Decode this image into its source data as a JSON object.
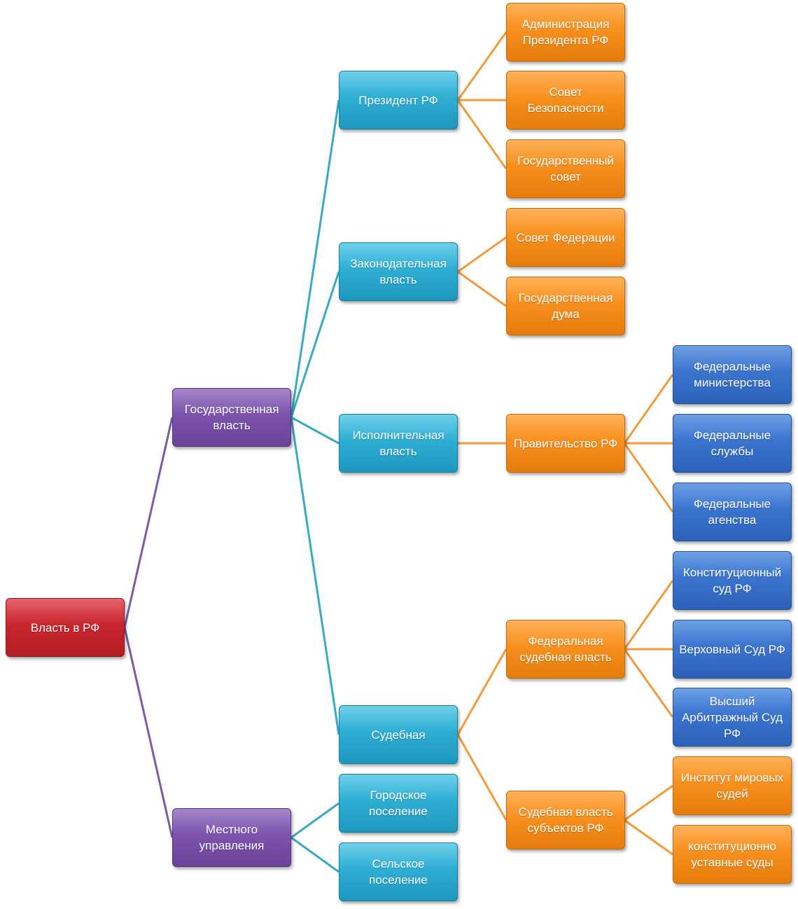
{
  "colors": {
    "root": "#c9262d",
    "level1": "#7c53ae",
    "level2": "#2eaed4",
    "level3": "#f7901e",
    "level4": "#3b74cf",
    "edge_level1": "#7c5aa8",
    "edge_level2": "#3aa9c4",
    "edge_level3": "#f39a3a"
  },
  "nodes": {
    "root": "Власть в РФ",
    "state_power": "Государственная власть",
    "local_gov": "Местного управления",
    "president": "Президент РФ",
    "legislative": "Законодательная власть",
    "executive": "Исполнительная власть",
    "judicial": "Судебная",
    "city_settlement": "Городское поселение",
    "rural_settlement": "Сельское поселение",
    "administration": "Администрация Президента РФ",
    "security_council": "Совет Безопасности",
    "state_council": "Государственный совет",
    "federation_council": "Совет Федерации",
    "state_duma": "Государственная дума",
    "government": "Правительство РФ",
    "federal_judicial": "Федеральная судебная власть",
    "subject_judicial": "Судебная власть субъектов РФ",
    "ministries": "Федеральные министерства",
    "services": "Федеральные службы",
    "agencies": "Федеральные агенства",
    "constitutional_court": "Конституционный суд РФ",
    "supreme_court": "Верховный Суд РФ",
    "arbitration_court": "Высший Арбитражный Суд РФ",
    "justices_of_peace": "Институт мировых судей",
    "charter_courts": "конституционно уставные суды"
  }
}
